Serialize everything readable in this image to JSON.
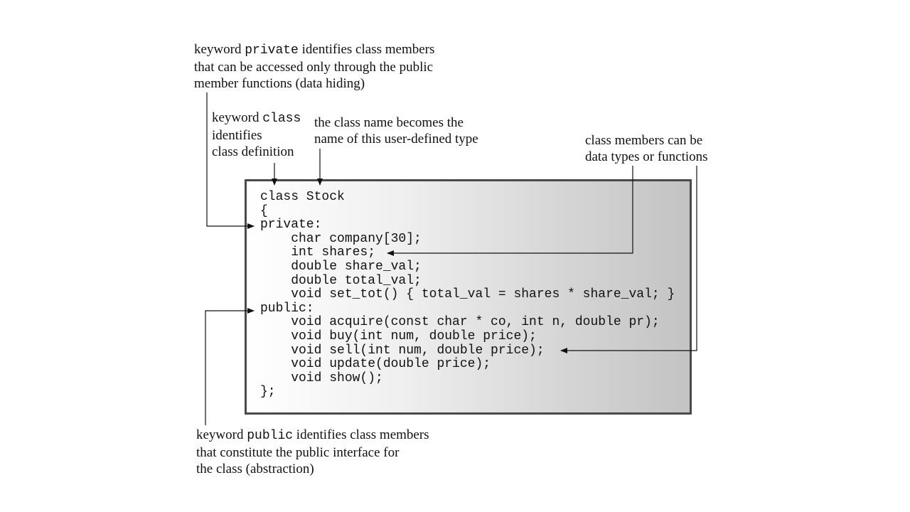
{
  "annotations": {
    "private_note": {
      "line1_pre": "keyword ",
      "line1_kw": "private",
      "line1_post": " identifies class members",
      "line2": "that can be accessed only through the public",
      "line3": "member functions (data hiding)"
    },
    "class_note": {
      "line1_pre": "keyword ",
      "line1_kw": "class",
      "line2": "identifies",
      "line3": "class definition"
    },
    "name_note": {
      "line1": "the class name becomes the",
      "line2": "name of this user-defined type"
    },
    "members_note": {
      "line1": "class members can be",
      "line2": "data types or functions"
    },
    "public_note": {
      "line1_pre": "keyword ",
      "line1_kw": "public",
      "line1_post": " identifies class members",
      "line2": "that constitute the public interface for",
      "line3": "the class (abstraction)"
    }
  },
  "code": [
    "class Stock",
    "{",
    "private:",
    "    char company[30];",
    "    int shares;",
    "    double share_val;",
    "    double total_val;",
    "    void set_tot() { total_val = shares * share_val; }",
    "public:",
    "    void acquire(const char * co, int n, double pr);",
    "    void buy(int num, double price);",
    "    void sell(int num, double price);",
    "    void update(double price);",
    "    void show();",
    "};"
  ]
}
